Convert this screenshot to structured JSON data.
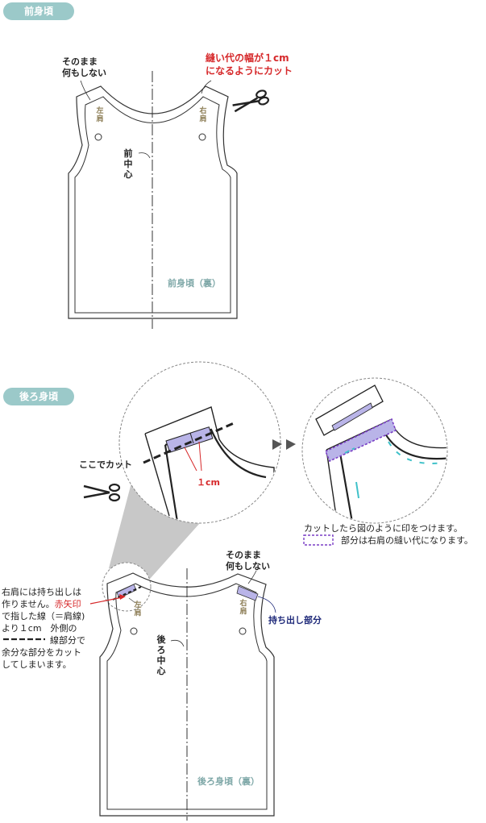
{
  "front": {
    "section_title": "前身頃",
    "leave_as_is": [
      "そのまま",
      "何もしない"
    ],
    "cut_note": [
      "縫い代の幅が１cm",
      "になるようにカット"
    ],
    "left_shoulder": [
      "左",
      "肩"
    ],
    "right_shoulder": [
      "右",
      "肩"
    ],
    "center": [
      "前",
      "中",
      "心"
    ],
    "piece_label": "前身頃（裏）"
  },
  "back": {
    "section_title": "後ろ身頃",
    "cut_here": "ここでカット",
    "one_cm": "１cm",
    "after_cut_note": [
      "カットしたら図のように印をつけます。",
      "部分は右肩の縫い代になります。"
    ],
    "leave_as_is": [
      "そのまま",
      "何もしない"
    ],
    "extension_part": "持ち出し部分",
    "right_shoulder": [
      "右",
      "肩"
    ],
    "left_shoulder": [
      "左",
      "肩"
    ],
    "center": [
      "後",
      "ろ",
      "中",
      "心"
    ],
    "piece_label": "後ろ身頃（裏）",
    "instruction": {
      "l1": "右肩には持ち出しは",
      "l2a": "作りません。",
      "l2b": "赤矢印",
      "l3": "で指した線（＝肩線)",
      "l4": "より１cm　外側の",
      "l5": "線部分で",
      "l6": "余分な部分をカット",
      "l7": "してしまいます。"
    }
  },
  "colors": {
    "tag_bg": "#9bc9c9",
    "highlight": "#b9b4e8",
    "dashed_purple": "#7a3fc6",
    "red": "#d6282a",
    "teal_dash": "#3fc1c9",
    "navy": "#1f2a7a"
  }
}
